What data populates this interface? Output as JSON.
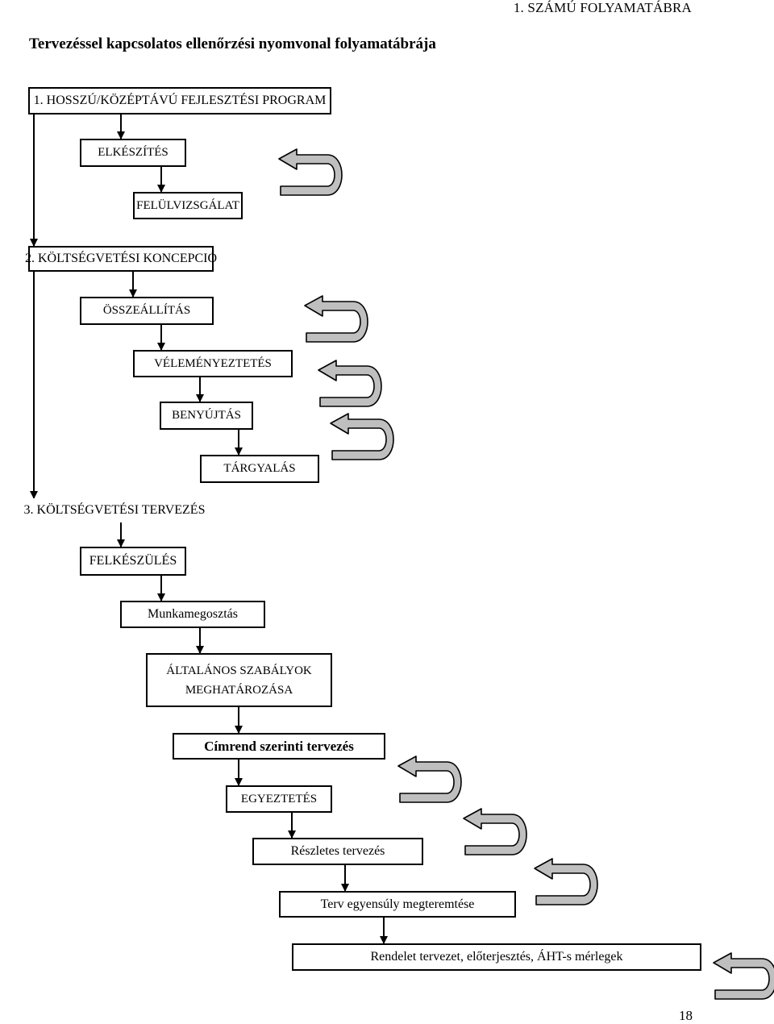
{
  "header": {
    "figure_label": "1. SZÁMÚ FOLYAMATÁBRA"
  },
  "title": "Tervezéssel kapcsolatos ellenőrzési nyomvonal folyamatábrája",
  "boxes": [
    {
      "label": "1. HOSSZÚ/KÖZÉPTÁVÚ FEJLESZTÉSI PROGRAM"
    },
    {
      "label": "ELKÉSZÍTÉS"
    },
    {
      "label": "FELÜLVIZSGÁLAT"
    },
    {
      "label": "2. KÖLTSÉGVETÉSI KONCEPCIÓ"
    },
    {
      "label": "ÖSSZEÁLLÍTÁS"
    },
    {
      "label": "VÉLEMÉNYEZTETÉS"
    },
    {
      "label": "BENYÚJTÁS"
    },
    {
      "label": "TÁRGYALÁS"
    },
    {
      "label": "3. KÖLTSÉGVETÉSI TERVEZÉS"
    },
    {
      "label": "FELKÉSZÜLÉS"
    },
    {
      "label": "Munkamegosztás"
    },
    {
      "label": "ÁLTALÁNOS SZABÁLYOK MEGHATÁROZÁSA"
    },
    {
      "label": "Címrend szerinti tervezés"
    },
    {
      "label": "EGYEZTETÉS"
    },
    {
      "label": "Részletes tervezés"
    },
    {
      "label": "Terv egyensúly megteremtése"
    },
    {
      "label": "Rendelet tervezet, előterjesztés, ÁHT-s mérlegek"
    }
  ],
  "page_number": "18",
  "colors": {
    "loop_arrow_fill": "#bfbfbf",
    "line": "#000000"
  }
}
